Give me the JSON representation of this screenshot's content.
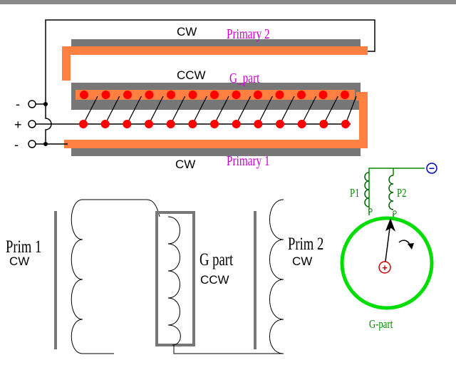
{
  "colors": {
    "core": "#777777",
    "wire": "#000000",
    "orange_winding": "#ff8040",
    "dot_red": "#ff0000",
    "magenta_label": "#cc00cc",
    "green": "#00dd00",
    "dark_green": "#008800",
    "coil_green": "#006600",
    "blue_terminal": "#0000cc",
    "frame": "#8a8a8a"
  },
  "top": {
    "primary2": {
      "direction": "CW",
      "name": "Primary 2"
    },
    "gpart": {
      "direction": "CCW",
      "name": "G_part"
    },
    "primary1": {
      "direction": "CW",
      "name": "Primary 1"
    },
    "terminals": [
      {
        "symbol": "-"
      },
      {
        "symbol": "+"
      },
      {
        "symbol": "-"
      }
    ],
    "top_dot_count": 13,
    "bottom_dot_count": 13
  },
  "bottom": {
    "prim1": {
      "name": "Prim 1",
      "direction": "CW"
    },
    "gpart": {
      "name": "G part",
      "direction": "CCW"
    },
    "prim2": {
      "name": "Prim 2",
      "direction": "CW"
    }
  },
  "ring": {
    "p1_label": "P1",
    "p2_label": "P2",
    "minus_symbol": "−",
    "plus_symbol": "+",
    "ring_label": "G-part"
  }
}
